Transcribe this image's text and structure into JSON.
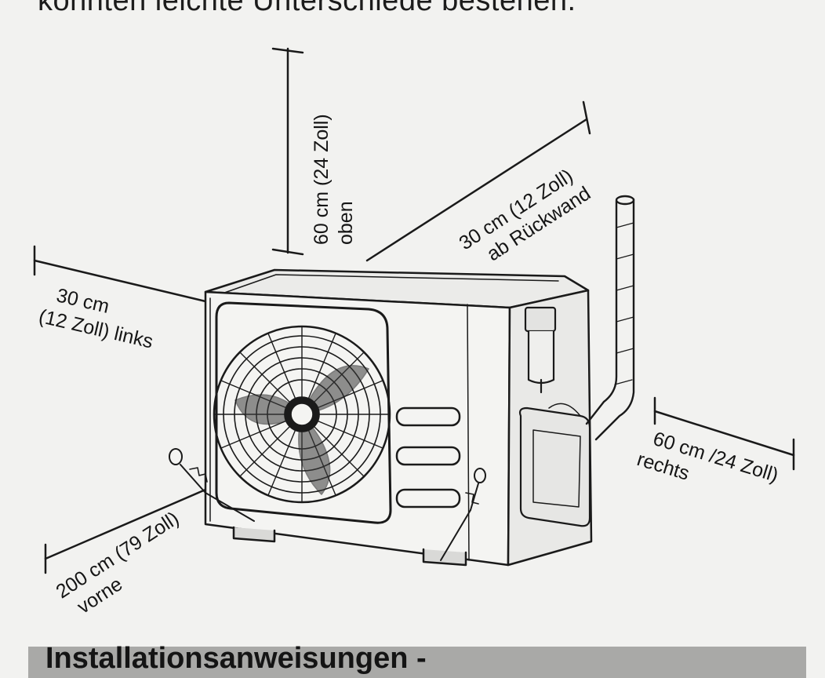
{
  "header": {
    "text": "könnten leichte Unterschiede bestehen."
  },
  "clearances": {
    "top": {
      "line1": "60 cm (24 Zoll)",
      "line2": "oben"
    },
    "back": {
      "line1": "30 cm (12 Zoll)",
      "line2": "ab Rückwand"
    },
    "left": {
      "line1": "30 cm",
      "line2": "(12 Zoll) links"
    },
    "right": {
      "line1": "60 cm /24 Zoll)",
      "line2": "rechts"
    },
    "front": {
      "line1": "200 cm (79 Zoll)",
      "line2": "vorne"
    }
  },
  "footer": {
    "title": "Installationsanweisungen -"
  },
  "icons": [
    "outdoor-unit-illustration",
    "fan-grille-icon",
    "anchor-bolt-icon",
    "pipe-conduit-icon",
    "valve-cover-icon"
  ]
}
